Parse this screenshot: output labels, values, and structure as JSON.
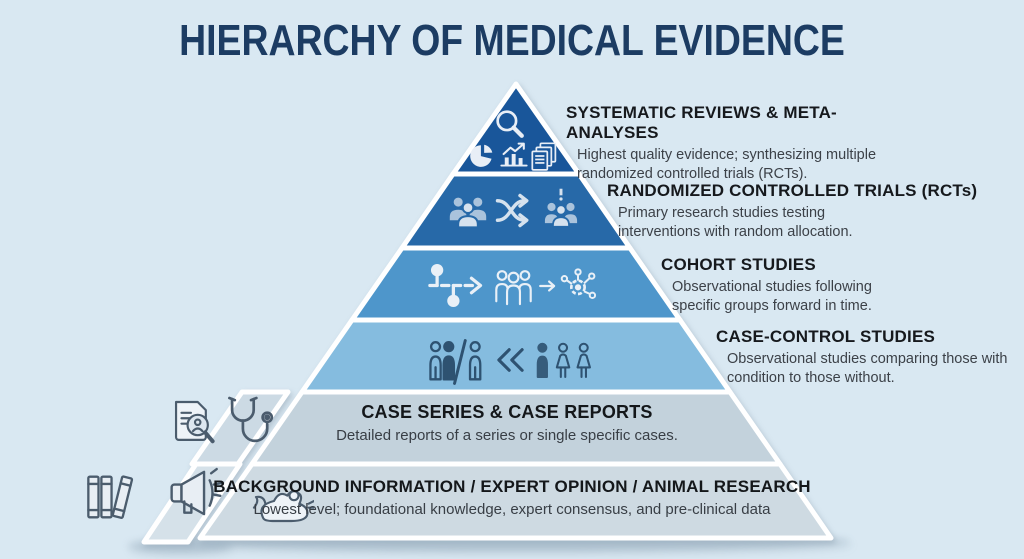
{
  "title": "HIERARCHY OF MEDICAL EVIDENCE",
  "palette": {
    "background": "#d9e8f2",
    "title_color": "#1c3c63",
    "band_border": "#ffffff",
    "strip_case_series": "#ccdae4",
    "strip_background_info": "#d5e1e9"
  },
  "levels": [
    {
      "rank": 1,
      "title": "SYSTEMATIC REVIEWS & META-ANALYSES",
      "description": "Highest quality evidence; synthesizing multiple randomized controlled trials (RCTs).",
      "color": "#19569a",
      "icons": [
        "magnifier-icon",
        "pie-chart-icon",
        "bar-chart-icon",
        "documents-icon"
      ]
    },
    {
      "rank": 2,
      "title": "RANDOMIZED CONTROLLED TRIALS (RCTs)",
      "description": "Primary research studies testing interventions with random allocation.",
      "color": "#2769a8",
      "icons": [
        "people-group-icon",
        "shuffle-arrows-icon",
        "people-alert-icon"
      ]
    },
    {
      "rank": 3,
      "title": "COHORT STUDIES",
      "description": "Observational studies following specific groups forward in time.",
      "color": "#4e96cb",
      "icons": [
        "timeline-icon",
        "people-trio-icon",
        "small-arrow-icon",
        "network-gear-icon"
      ]
    },
    {
      "rank": 4,
      "title": "CASE-CONTROL STUDIES",
      "description": "Observational studies comparing those with condition to those without.",
      "color": "#85bcdf",
      "icons": [
        "case-vs-control-icon",
        "double-chevron-icon",
        "mixed-people-icon"
      ]
    },
    {
      "rank": 5,
      "title": "CASE SERIES & CASE REPORTS",
      "description": "Detailed reports of a series or single specific cases.",
      "color": "#c3d2dc",
      "icons": [
        "case-report-magnifier-icon",
        "stethoscope-icon"
      ]
    },
    {
      "rank": 6,
      "title": "BACKGROUND INFORMATION / EXPERT OPINION / ANIMAL RESEARCH",
      "description": "Lowest level; foundational knowledge, expert consensus, and pre-clinical data",
      "color": "#cedae2",
      "icons": [
        "books-icon",
        "megaphone-icon",
        "lab-mouse-icon"
      ]
    }
  ]
}
